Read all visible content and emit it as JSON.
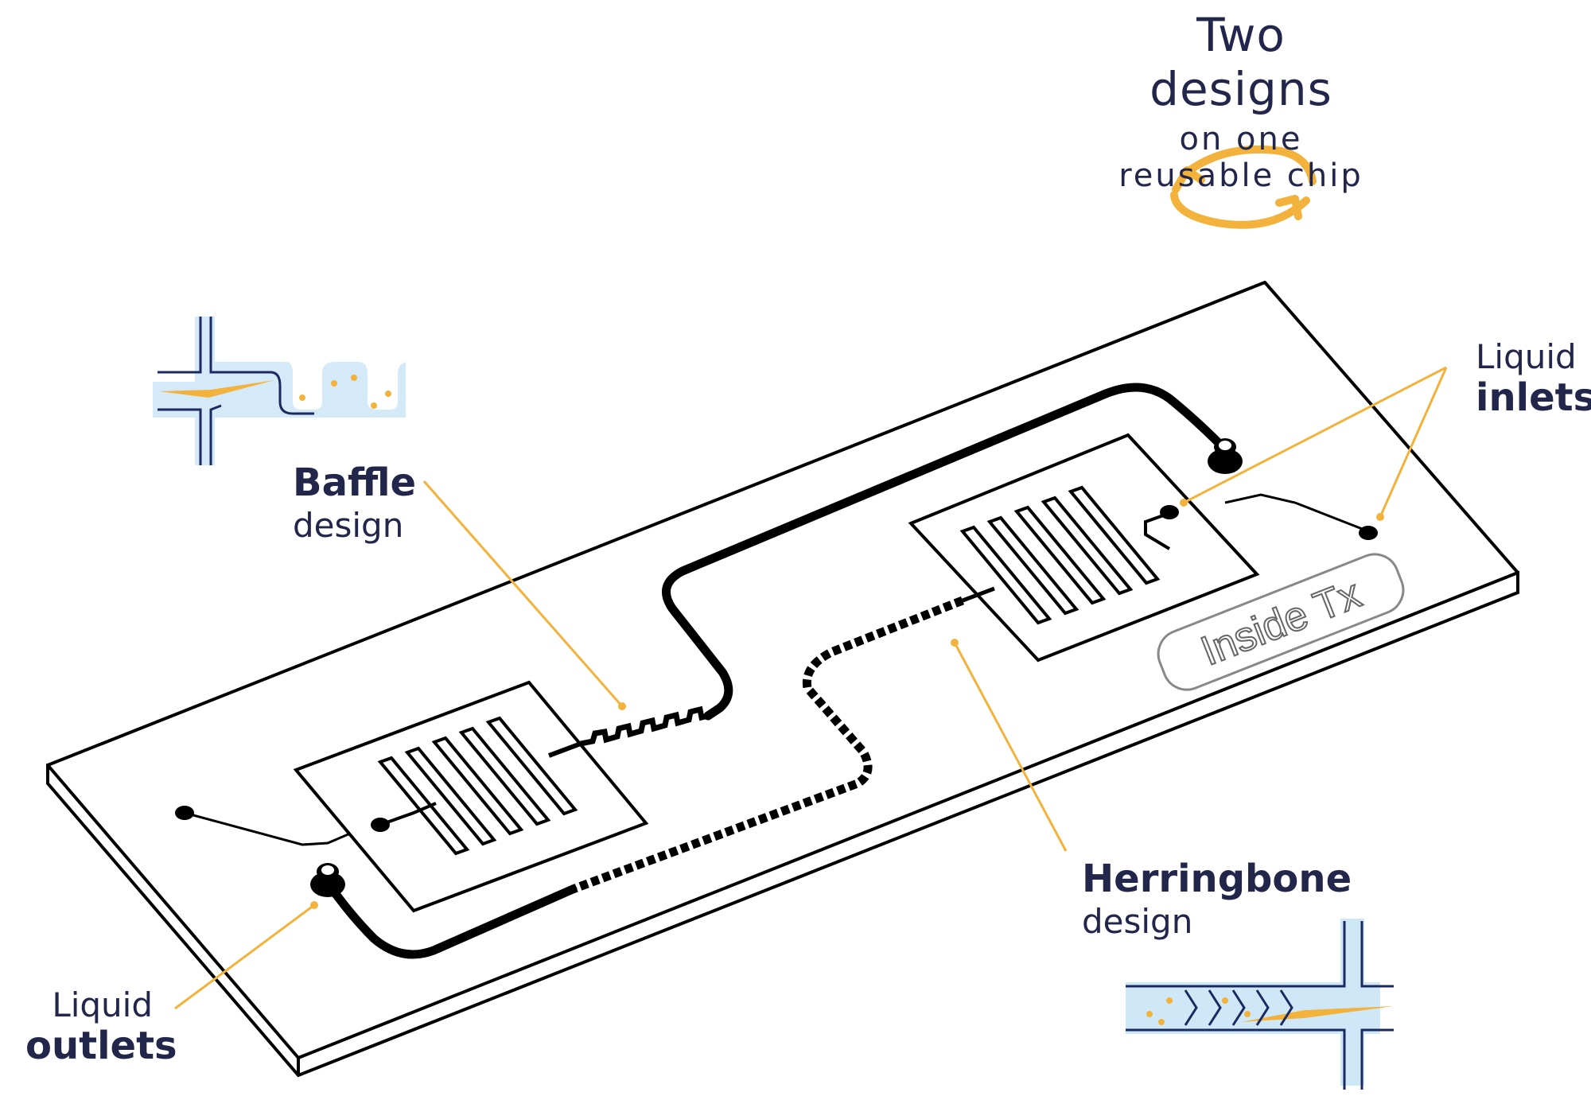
{
  "title": {
    "line1": "Two designs",
    "line2": "on one reusable chip"
  },
  "baffle": {
    "bold": "Baffle",
    "normal": "design"
  },
  "herringbone": {
    "bold": "Herringbone",
    "normal": "design"
  },
  "inlets": {
    "normal": "Liquid",
    "bold": "inlets"
  },
  "outlets": {
    "normal": "Liquid",
    "bold": "outlets"
  },
  "chip_brand": "Inside Tx",
  "colors": {
    "text": "#22264a",
    "accent": "#f2b23c",
    "fluid": "#cfe8f8",
    "channel": "#000000"
  },
  "icons": [
    "swap-arrows-icon",
    "baffle-mixer-icon",
    "herringbone-mixer-icon"
  ]
}
